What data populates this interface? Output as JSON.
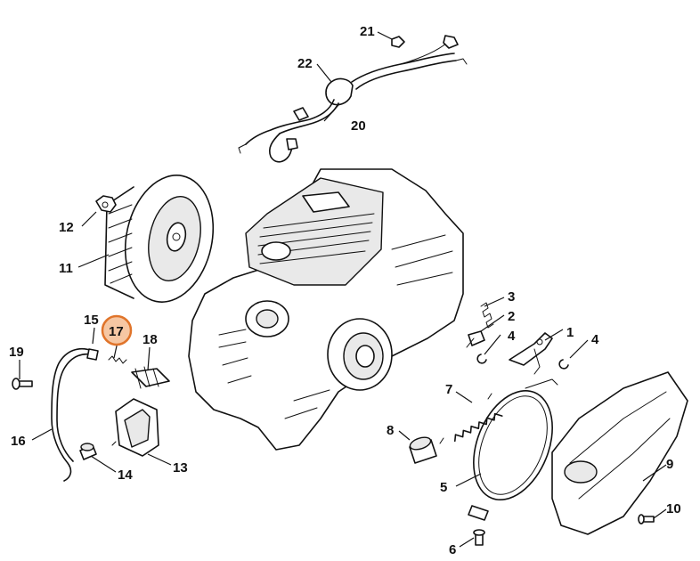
{
  "accent_color": "#e0742a",
  "highlight_fill": "#f6c7a3",
  "highlighted_part": "17",
  "callouts": [
    {
      "id": "c1",
      "label": "1"
    },
    {
      "id": "c2",
      "label": "2"
    },
    {
      "id": "c3",
      "label": "3"
    },
    {
      "id": "c4a",
      "label": "4"
    },
    {
      "id": "c4b",
      "label": "4"
    },
    {
      "id": "c5",
      "label": "5"
    },
    {
      "id": "c6",
      "label": "6"
    },
    {
      "id": "c7",
      "label": "7"
    },
    {
      "id": "c8",
      "label": "8"
    },
    {
      "id": "c9",
      "label": "9"
    },
    {
      "id": "c10",
      "label": "10"
    },
    {
      "id": "c11",
      "label": "11"
    },
    {
      "id": "c12",
      "label": "12"
    },
    {
      "id": "c13",
      "label": "13"
    },
    {
      "id": "c14",
      "label": "14"
    },
    {
      "id": "c15",
      "label": "15"
    },
    {
      "id": "c16",
      "label": "16"
    },
    {
      "id": "c17",
      "label": "17"
    },
    {
      "id": "c18",
      "label": "18"
    },
    {
      "id": "c19",
      "label": "19"
    },
    {
      "id": "c20",
      "label": "20"
    },
    {
      "id": "c21",
      "label": "21"
    },
    {
      "id": "c22",
      "label": "22"
    }
  ]
}
